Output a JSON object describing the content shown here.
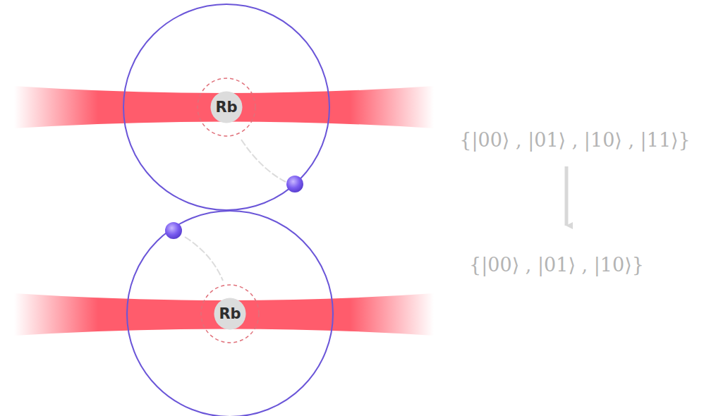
{
  "diagram": {
    "nodes": [
      {
        "text": [
          "Rb"
        ]
      },
      {
        "text": [
          "Rb"
        ]
      }
    ],
    "labels": [
      "{|00⟩ , |01⟩ , |10⟩ , |11⟩}",
      "{|00⟩ , |01⟩ , |10⟩}"
    ]
  }
}
